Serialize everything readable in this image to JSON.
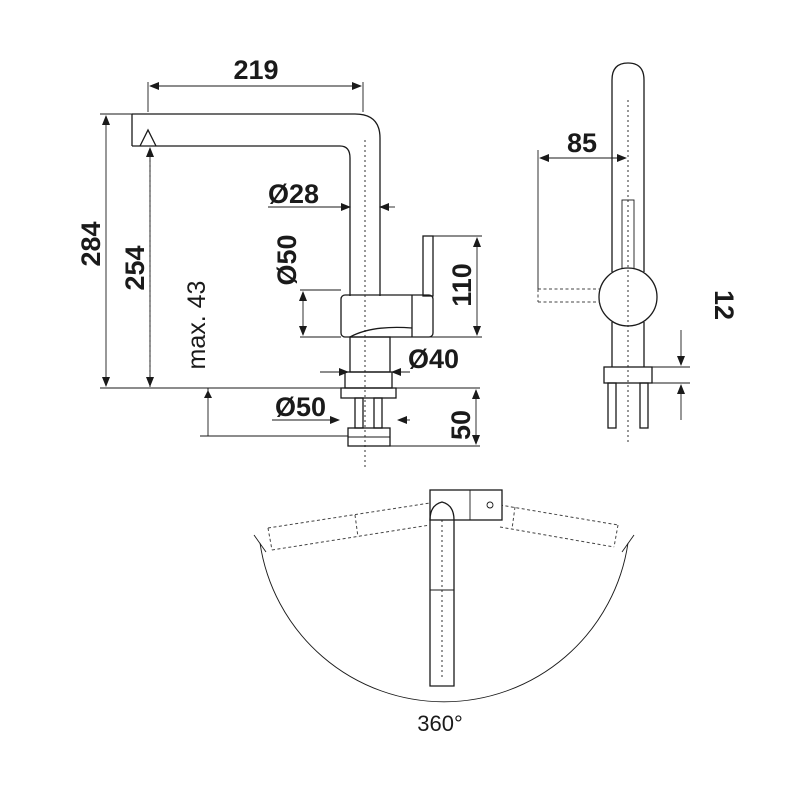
{
  "dimensions": {
    "spout_reach": "219",
    "total_height": "284",
    "spout_height": "254",
    "max_counter_thickness": "max. 43",
    "spout_diameter": "Ø28",
    "body_diameter": "Ø50",
    "lever_height": "110",
    "base_diameter": "Ø40",
    "escutcheon_diameter": "Ø50",
    "shank_length": "50",
    "lever_offset": "85",
    "base_thickness": "12",
    "rotation_angle": "360°"
  }
}
